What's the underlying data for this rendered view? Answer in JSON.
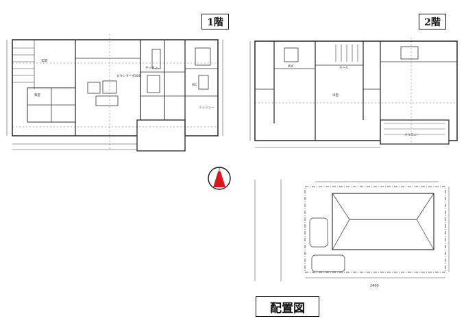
{
  "floors": {
    "first_floor_label": "1階",
    "second_floor_label": "2階",
    "site_plan_label": "配置図"
  },
  "first_floor_rooms": [
    {
      "key": "counter",
      "text": "カウンターポ(60)"
    },
    {
      "key": "kitchen",
      "text": "キッチン"
    },
    {
      "key": "entrance",
      "text": "玄関"
    },
    {
      "key": "wc",
      "text": "WC"
    },
    {
      "key": "tatami",
      "text": "和室"
    },
    {
      "key": "toilet",
      "text": "ミッシュー"
    }
  ],
  "second_floor_rooms": [
    {
      "key": "walk_in",
      "text": "WIC"
    },
    {
      "key": "bedroom",
      "text": "洋室"
    },
    {
      "key": "hall",
      "text": "ホール"
    },
    {
      "key": "balcony",
      "text": "バルコニー"
    }
  ],
  "compass": {
    "north_letter": "N"
  },
  "site_plan": {
    "dimension_bottom": "2400"
  },
  "colors": {
    "compass_red": "#d8161b",
    "line": "#333333"
  }
}
